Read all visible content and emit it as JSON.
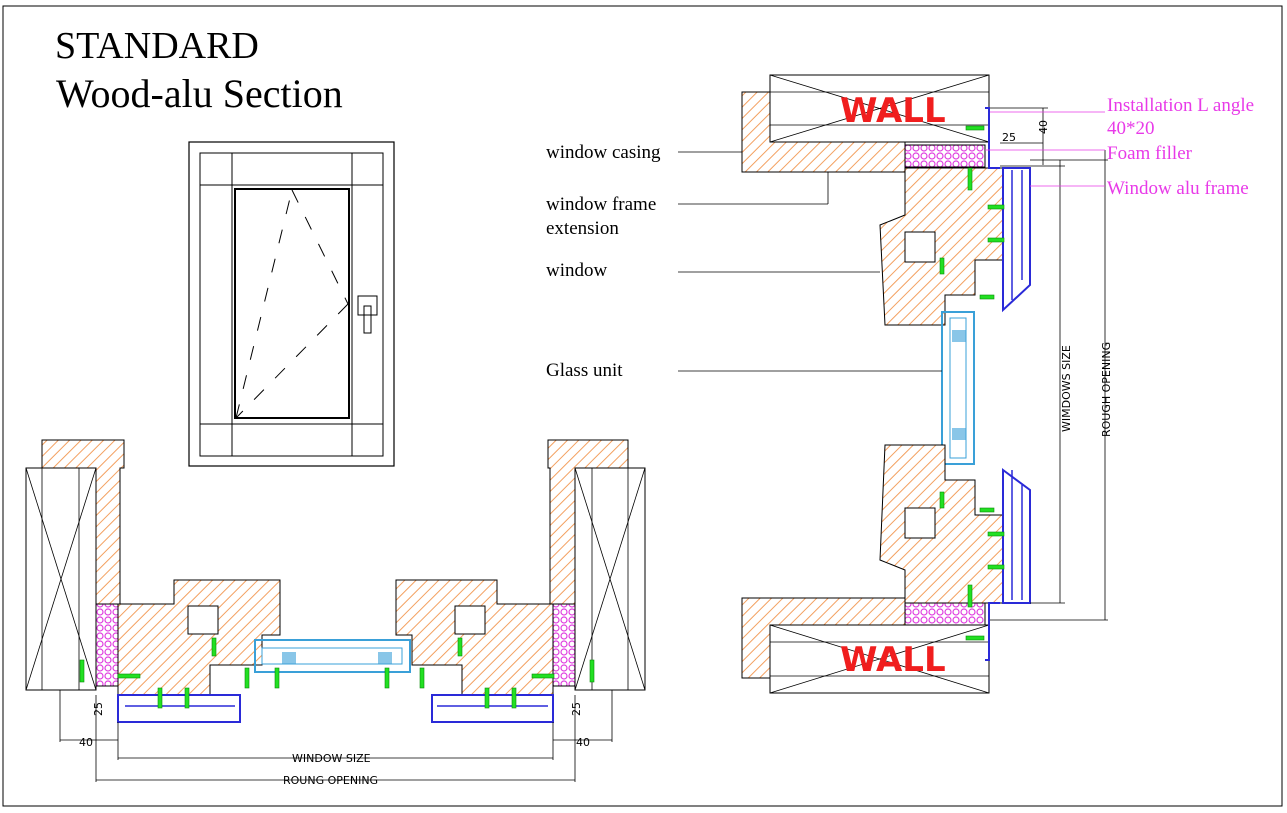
{
  "title": {
    "line1": "STANDARD",
    "line2": "Wood-alu Section"
  },
  "callouts": {
    "window_casing": "window casing",
    "window_frame_extension_1": "window frame",
    "window_frame_extension_2": "extension",
    "window": "window",
    "glass_unit": "Glass unit",
    "installation_l_angle_1": "Installation L angle",
    "installation_l_angle_2": "40*20",
    "foam_filler": "Foam filler",
    "window_alu_frame": "Window alu frame"
  },
  "wall_labels": {
    "top": "WALL",
    "bottom": "WALL"
  },
  "dimensions": {
    "d25_top": "25",
    "d40_top": "40",
    "windows_size_vertical": "WIMDOWS SIZE",
    "rough_opening_vertical": "ROUGH OPENING",
    "d25_left": "25",
    "d40_left": "40",
    "d25_right": "25",
    "d40_right": "40",
    "window_size_horizontal": "WINDOW SIZE",
    "rough_opening_horizontal": "ROUNG OPENING"
  },
  "colors": {
    "wood_hatch": "#f3a060",
    "foam": "#ff5cff",
    "alu_frame": "#2a2ad8",
    "screw": "#22e022",
    "glass": "#3aa0d8",
    "label_magenta": "#e83ae8",
    "wall_text": "#f01e1e"
  }
}
